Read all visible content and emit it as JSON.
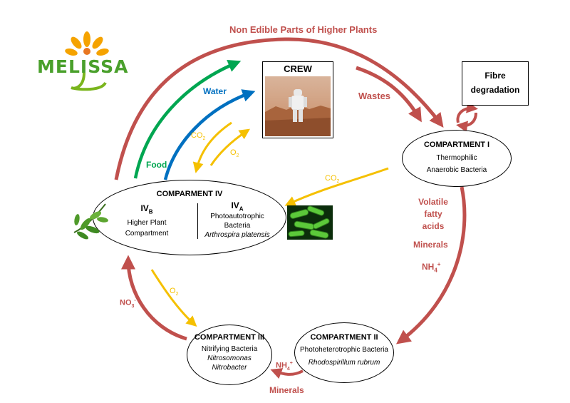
{
  "logo": {
    "text": "MELISSA"
  },
  "top_arrow_label": "Non Edible Parts of Higher Plants",
  "crew": {
    "title": "CREW"
  },
  "labels": {
    "wastes": "Wastes",
    "water": "Water",
    "food": "Food",
    "co2_crew": "CO",
    "co2_crew_sub": "2",
    "o2_crew": "O",
    "o2_crew_sub": "2",
    "co2_c1": "CO",
    "co2_c1_sub": "2",
    "vfa_line1": "Volatile",
    "vfa_line2": "fatty",
    "vfa_line3": "acids",
    "minerals_right": "Minerals",
    "nh4_right": "NH",
    "nh4_right_sub": "4",
    "nh4_right_sup": "+",
    "o2_left": "O",
    "o2_left_sub": "2",
    "no3": "NO",
    "no3_sub": "3",
    "no3_sup": "-",
    "nh4_bottom": "NH",
    "nh4_bottom_sub": "4",
    "nh4_bottom_sup": "+",
    "minerals_bottom": "Minerals"
  },
  "fibre": {
    "line1": "Fibre",
    "line2": "degradation"
  },
  "compartment1": {
    "title": "COMPARTMENT I",
    "line1": "Thermophilic",
    "line2": "Anaerobic Bacteria"
  },
  "compartment2": {
    "title": "COMPARTMENT II",
    "line1": "Photoheterotrophic Bacteria",
    "line2": "Rhodospirillum rubrum"
  },
  "compartment3": {
    "title": "COMPARTMENT III",
    "line1": "Nitrifying  Bacteria",
    "line2": "Nitrosomonas",
    "line3": "Nitrobacter"
  },
  "compartment4": {
    "title": "COMPARMENT IV",
    "b_label": "IV",
    "b_sub": "B",
    "b_line1": "Higher Plant",
    "b_line2": "Compartment",
    "a_label": "IV",
    "a_sub": "A",
    "a_line1": "Photoautotrophic",
    "a_line2": "Bacteria",
    "a_line3": "Arthrospira platensis"
  },
  "colors": {
    "red": "#c0504d",
    "green": "#00a651",
    "blue": "#0070c0",
    "yellow": "#f5c000"
  },
  "icons": [
    "logo-flower-icon",
    "astronaut-photo",
    "plant-sprig-icon",
    "bacteria-image",
    "cycle-arrows-icon"
  ]
}
